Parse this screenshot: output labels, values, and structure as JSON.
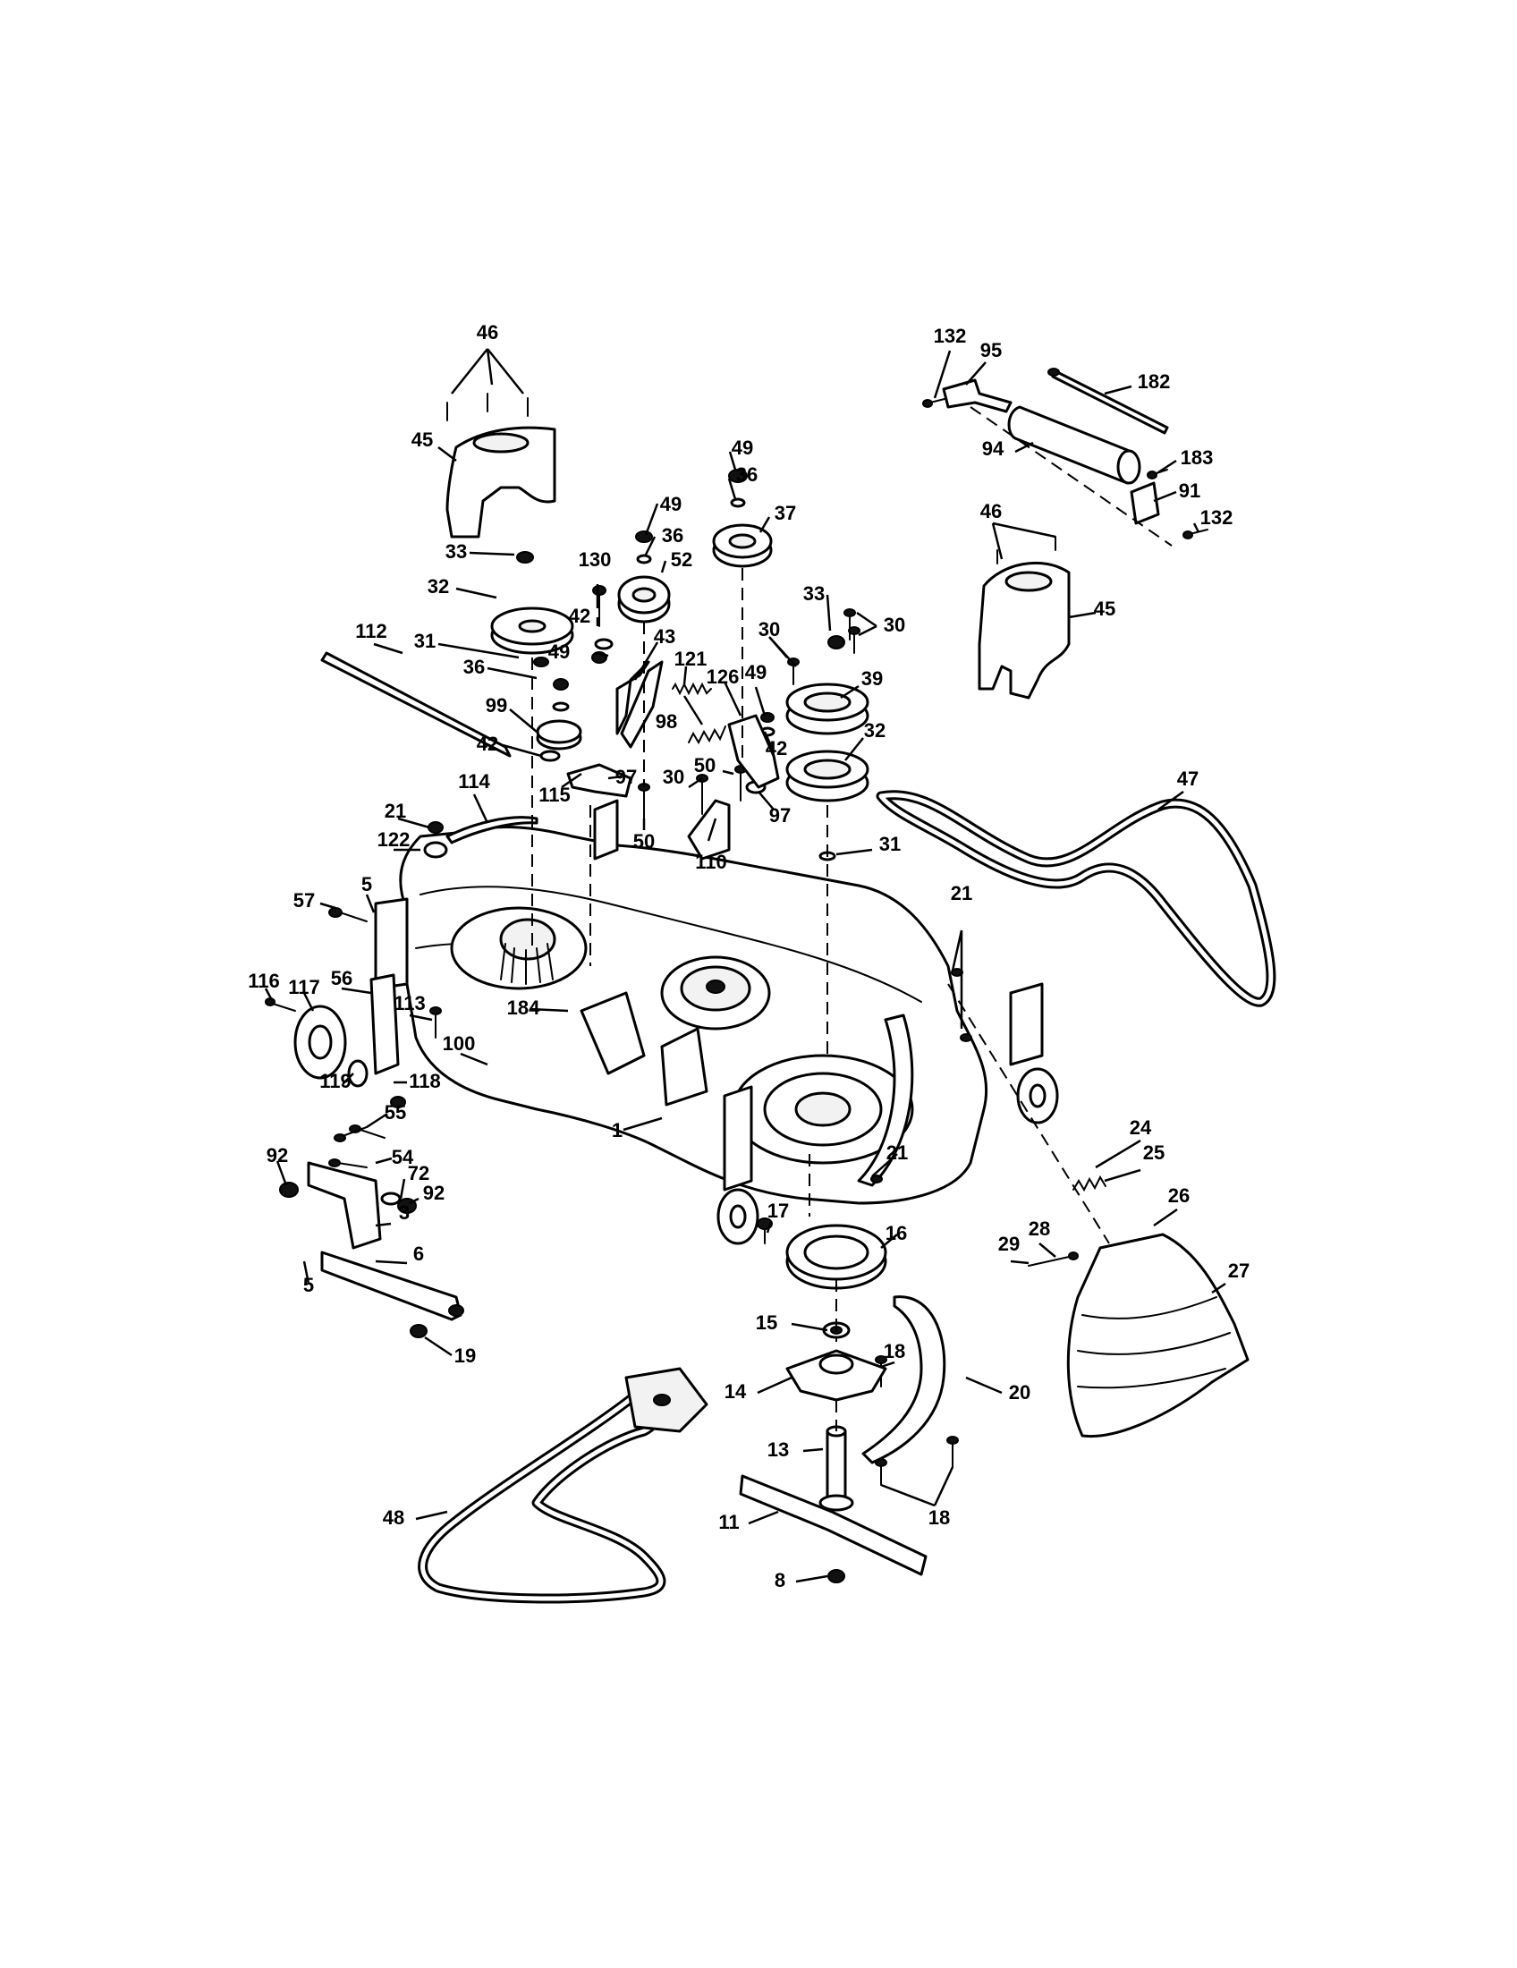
{
  "labels": [
    {
      "id": "l46a",
      "text": "46"
    },
    {
      "id": "l45a",
      "text": "45"
    },
    {
      "id": "l33a",
      "text": "33"
    },
    {
      "id": "l32a",
      "text": "32"
    },
    {
      "id": "l31a",
      "text": "31"
    },
    {
      "id": "l36a",
      "text": "36"
    },
    {
      "id": "l99",
      "text": "99"
    },
    {
      "id": "l42a",
      "text": "42"
    },
    {
      "id": "l49a",
      "text": "49"
    },
    {
      "id": "l130",
      "text": "130"
    },
    {
      "id": "l42b",
      "text": "42"
    },
    {
      "id": "l43",
      "text": "43"
    },
    {
      "id": "l49b",
      "text": "49"
    },
    {
      "id": "l36b",
      "text": "36"
    },
    {
      "id": "l52",
      "text": "52"
    },
    {
      "id": "l49c",
      "text": "49"
    },
    {
      "id": "l36c",
      "text": "36"
    },
    {
      "id": "l37",
      "text": "37"
    },
    {
      "id": "l112",
      "text": "112"
    },
    {
      "id": "l121",
      "text": "121"
    },
    {
      "id": "l98",
      "text": "98"
    },
    {
      "id": "l97a",
      "text": "97"
    },
    {
      "id": "l115",
      "text": "115"
    },
    {
      "id": "l50a",
      "text": "50"
    },
    {
      "id": "l126",
      "text": "126"
    },
    {
      "id": "l49d",
      "text": "49"
    },
    {
      "id": "l42c",
      "text": "42"
    },
    {
      "id": "l50b",
      "text": "50"
    },
    {
      "id": "l30a",
      "text": "30"
    },
    {
      "id": "l97b",
      "text": "97"
    },
    {
      "id": "l110",
      "text": "110"
    },
    {
      "id": "l30b",
      "text": "30"
    },
    {
      "id": "l33b",
      "text": "33"
    },
    {
      "id": "l30c",
      "text": "30"
    },
    {
      "id": "l39",
      "text": "39"
    },
    {
      "id": "l32b",
      "text": "32"
    },
    {
      "id": "l31b",
      "text": "31"
    },
    {
      "id": "l132a",
      "text": "132"
    },
    {
      "id": "l95",
      "text": "95"
    },
    {
      "id": "l182",
      "text": "182"
    },
    {
      "id": "l94",
      "text": "94"
    },
    {
      "id": "l183",
      "text": "183"
    },
    {
      "id": "l91",
      "text": "91"
    },
    {
      "id": "l132b",
      "text": "132"
    },
    {
      "id": "l46b",
      "text": "46"
    },
    {
      "id": "l45b",
      "text": "45"
    },
    {
      "id": "l47",
      "text": "47"
    },
    {
      "id": "l114",
      "text": "114"
    },
    {
      "id": "l21a",
      "text": "21"
    },
    {
      "id": "l122",
      "text": "122"
    },
    {
      "id": "l5a",
      "text": "5"
    },
    {
      "id": "l57",
      "text": "57"
    },
    {
      "id": "l116",
      "text": "116"
    },
    {
      "id": "l117",
      "text": "117"
    },
    {
      "id": "l56",
      "text": "56"
    },
    {
      "id": "l113",
      "text": "113"
    },
    {
      "id": "l184",
      "text": "184"
    },
    {
      "id": "l100",
      "text": "100"
    },
    {
      "id": "l119",
      "text": "119"
    },
    {
      "id": "l118",
      "text": "118"
    },
    {
      "id": "l21b",
      "text": "21"
    },
    {
      "id": "l1",
      "text": "1"
    },
    {
      "id": "l21c",
      "text": "21"
    },
    {
      "id": "l55",
      "text": "55"
    },
    {
      "id": "l92a",
      "text": "92"
    },
    {
      "id": "l54",
      "text": "54"
    },
    {
      "id": "l72",
      "text": "72"
    },
    {
      "id": "l92b",
      "text": "92"
    },
    {
      "id": "l3",
      "text": "3"
    },
    {
      "id": "l6",
      "text": "6"
    },
    {
      "id": "l5b",
      "text": "5"
    },
    {
      "id": "l19",
      "text": "19"
    },
    {
      "id": "l17",
      "text": "17"
    },
    {
      "id": "l16",
      "text": "16"
    },
    {
      "id": "l15",
      "text": "15"
    },
    {
      "id": "l14",
      "text": "14"
    },
    {
      "id": "l18a",
      "text": "18"
    },
    {
      "id": "l20",
      "text": "20"
    },
    {
      "id": "l13",
      "text": "13"
    },
    {
      "id": "l18b",
      "text": "18"
    },
    {
      "id": "l11",
      "text": "11"
    },
    {
      "id": "l8",
      "text": "8"
    },
    {
      "id": "l48",
      "text": "48"
    },
    {
      "id": "l24",
      "text": "24"
    },
    {
      "id": "l25",
      "text": "25"
    },
    {
      "id": "l26",
      "text": "26"
    },
    {
      "id": "l28",
      "text": "28"
    },
    {
      "id": "l29",
      "text": "29"
    },
    {
      "id": "l27",
      "text": "27"
    }
  ]
}
